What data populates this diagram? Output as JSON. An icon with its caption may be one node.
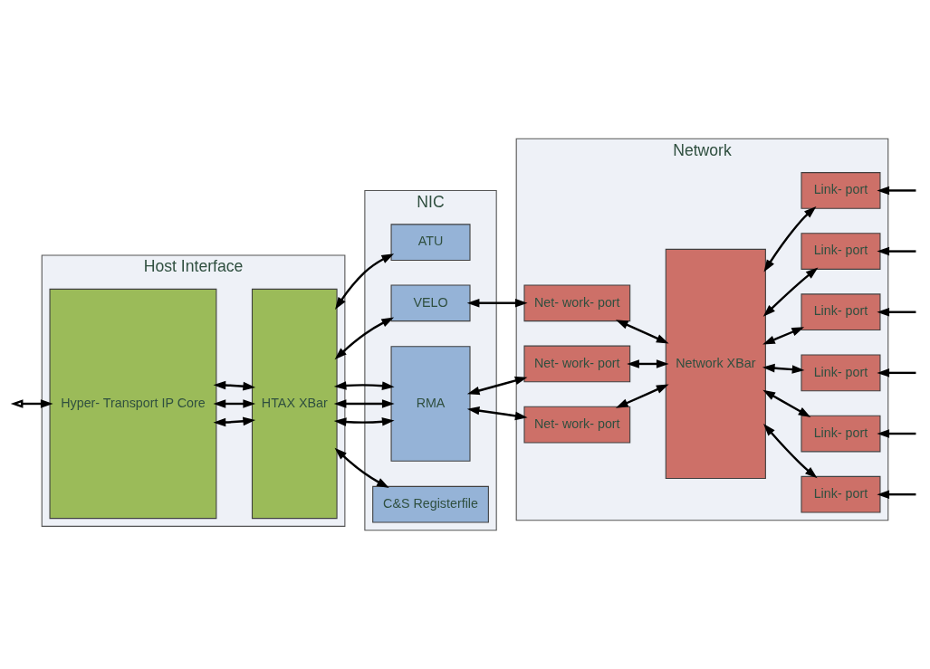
{
  "diagram": {
    "nodes": [
      {
        "text": [
          "Host Interface"
        ]
      },
      {
        "text": [
          "Hyper- Transport IP Core"
        ],
        "in": 0
      },
      {
        "text": [
          "HTAX XBar"
        ],
        "in": 0
      },
      {
        "text": [
          "NIC"
        ]
      },
      {
        "text": [
          "ATU"
        ],
        "in": 3
      },
      {
        "text": [
          "VELO"
        ],
        "in": 3
      },
      {
        "text": [
          "RMA"
        ],
        "in": 3
      },
      {
        "text": [
          "C&S Registerfile"
        ],
        "in": 3
      },
      {
        "text": [
          "Network"
        ]
      },
      {
        "text": [
          "Net- work- port"
        ],
        "in": 8
      },
      {
        "text": [
          "Net- work- port"
        ],
        "in": 8
      },
      {
        "text": [
          "Net- work- port"
        ],
        "in": 8
      },
      {
        "text": [
          "Network XBar"
        ],
        "in": 8
      },
      {
        "text": [
          "Link- port"
        ],
        "in": 8
      },
      {
        "text": [
          "Link- port"
        ],
        "in": 8
      },
      {
        "text": [
          "Link- port"
        ],
        "in": 8
      },
      {
        "text": [
          "Link- port"
        ],
        "in": 8
      },
      {
        "text": [
          "Link- port"
        ],
        "in": 8
      },
      {
        "text": [
          "Link- port"
        ],
        "in": 8
      }
    ],
    "edges": [
      {
        "from": null,
        "to": 1,
        "arrow": "both"
      },
      {
        "from": 1,
        "to": 2,
        "arrow": "both"
      },
      {
        "from": 1,
        "to": 2,
        "arrow": "both"
      },
      {
        "from": 1,
        "to": 2,
        "arrow": "both"
      },
      {
        "from": 2,
        "to": 4,
        "arrow": "both"
      },
      {
        "from": 2,
        "to": 5,
        "arrow": "both"
      },
      {
        "from": 2,
        "to": 6,
        "arrow": "both"
      },
      {
        "from": 2,
        "to": 6,
        "arrow": "both"
      },
      {
        "from": 2,
        "to": 6,
        "arrow": "both"
      },
      {
        "from": 2,
        "to": 7,
        "arrow": "both"
      },
      {
        "from": 5,
        "to": 9,
        "arrow": "both"
      },
      {
        "from": 6,
        "to": 10,
        "arrow": "both"
      },
      {
        "from": 6,
        "to": 11,
        "arrow": "both"
      },
      {
        "from": 9,
        "to": 12,
        "arrow": "both"
      },
      {
        "from": 10,
        "to": 12,
        "arrow": "both"
      },
      {
        "from": 11,
        "to": 12,
        "arrow": "both"
      },
      {
        "from": 12,
        "to": 13,
        "arrow": "both"
      },
      {
        "from": 12,
        "to": 14,
        "arrow": "both"
      },
      {
        "from": 12,
        "to": 15,
        "arrow": "both"
      },
      {
        "from": 12,
        "to": 16,
        "arrow": "both"
      },
      {
        "from": 12,
        "to": 17,
        "arrow": "both"
      },
      {
        "from": 12,
        "to": 18,
        "arrow": "both"
      },
      {
        "from": null,
        "to": 13,
        "arrow": "to"
      },
      {
        "from": null,
        "to": 14,
        "arrow": "to"
      },
      {
        "from": null,
        "to": 15,
        "arrow": "to"
      },
      {
        "from": null,
        "to": 16,
        "arrow": "to"
      },
      {
        "from": null,
        "to": 17,
        "arrow": "to"
      },
      {
        "from": null,
        "to": 18,
        "arrow": "to"
      }
    ]
  }
}
